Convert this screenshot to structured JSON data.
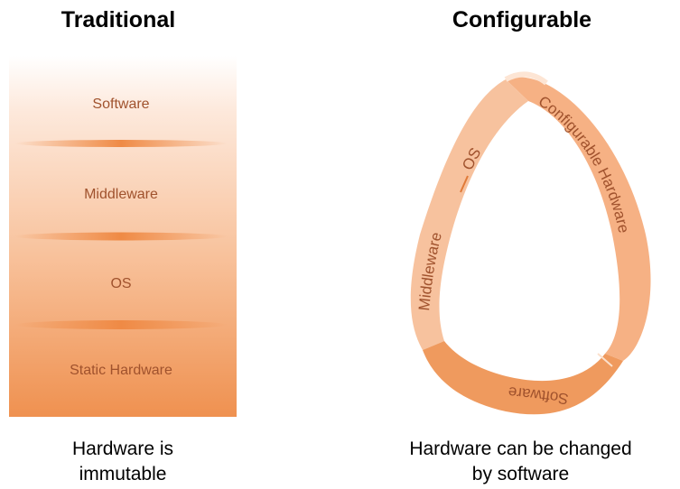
{
  "traditional": {
    "title": "Traditional",
    "layers": [
      "Software",
      "Middleware",
      "OS",
      "Static Hardware"
    ],
    "caption": [
      "Hardware is",
      "immutable"
    ]
  },
  "configurable": {
    "title": "Configurable",
    "segments": [
      "OS",
      "Configurable Hardware",
      "Middleware",
      "Software"
    ],
    "caption": [
      "Hardware can be changed",
      "by software"
    ]
  },
  "colors": {
    "accent": "#ef8a45",
    "text_on_accent": "#a0522d"
  }
}
